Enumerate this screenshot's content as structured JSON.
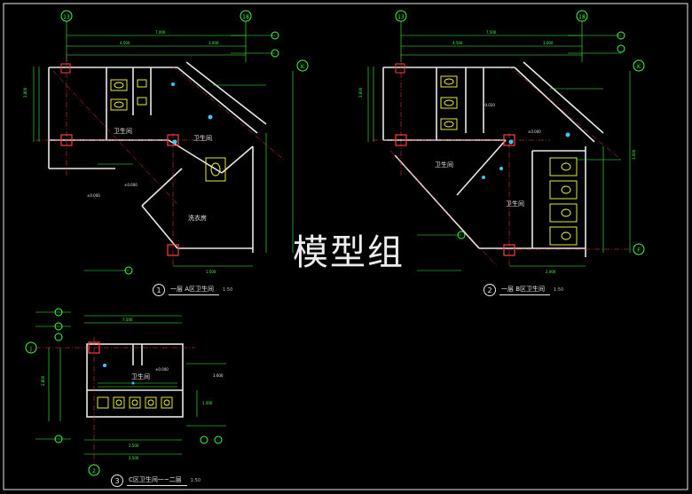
{
  "watermark": "模型组",
  "colors": {
    "background": "#000000",
    "wall": "#e8e8e8",
    "dimension": "#3cff3c",
    "axis": "#ff4040",
    "fixture": "#ffff3c",
    "accent": "#3cc8ff"
  },
  "plans": [
    {
      "number": "1",
      "title": "一层 A区卫生间",
      "scale": "1:50",
      "axis_labels": [
        "13",
        "18",
        "K"
      ],
      "room_labels": [
        "卫生间",
        "卫生间",
        "洗衣房"
      ],
      "dimensions": [
        "4,500",
        "3,000",
        "3,800",
        "1,500",
        "7,000"
      ],
      "elevations": [
        "±0.000",
        "±0.000"
      ]
    },
    {
      "number": "2",
      "title": "一层 B区卫生间",
      "scale": "1:50",
      "axis_labels": [
        "13",
        "18",
        "K",
        "F"
      ],
      "room_labels": [
        "卫生间",
        "卫生间"
      ],
      "dimensions": [
        "7,500",
        "4,500",
        "3,000",
        "3,600",
        "3,000",
        "2,000"
      ],
      "elevations": [
        "±0.000",
        "-0.020"
      ]
    },
    {
      "number": "3",
      "title": "C区卫生间一~二层",
      "scale": "1:50",
      "axis_labels": [
        "J",
        "2"
      ],
      "room_labels": [
        "卫生间"
      ],
      "dimensions": [
        "2,500",
        "2,500",
        "7,500",
        "2,800",
        "1,500"
      ],
      "elevations": [
        "±0.000",
        "3.600"
      ]
    }
  ]
}
